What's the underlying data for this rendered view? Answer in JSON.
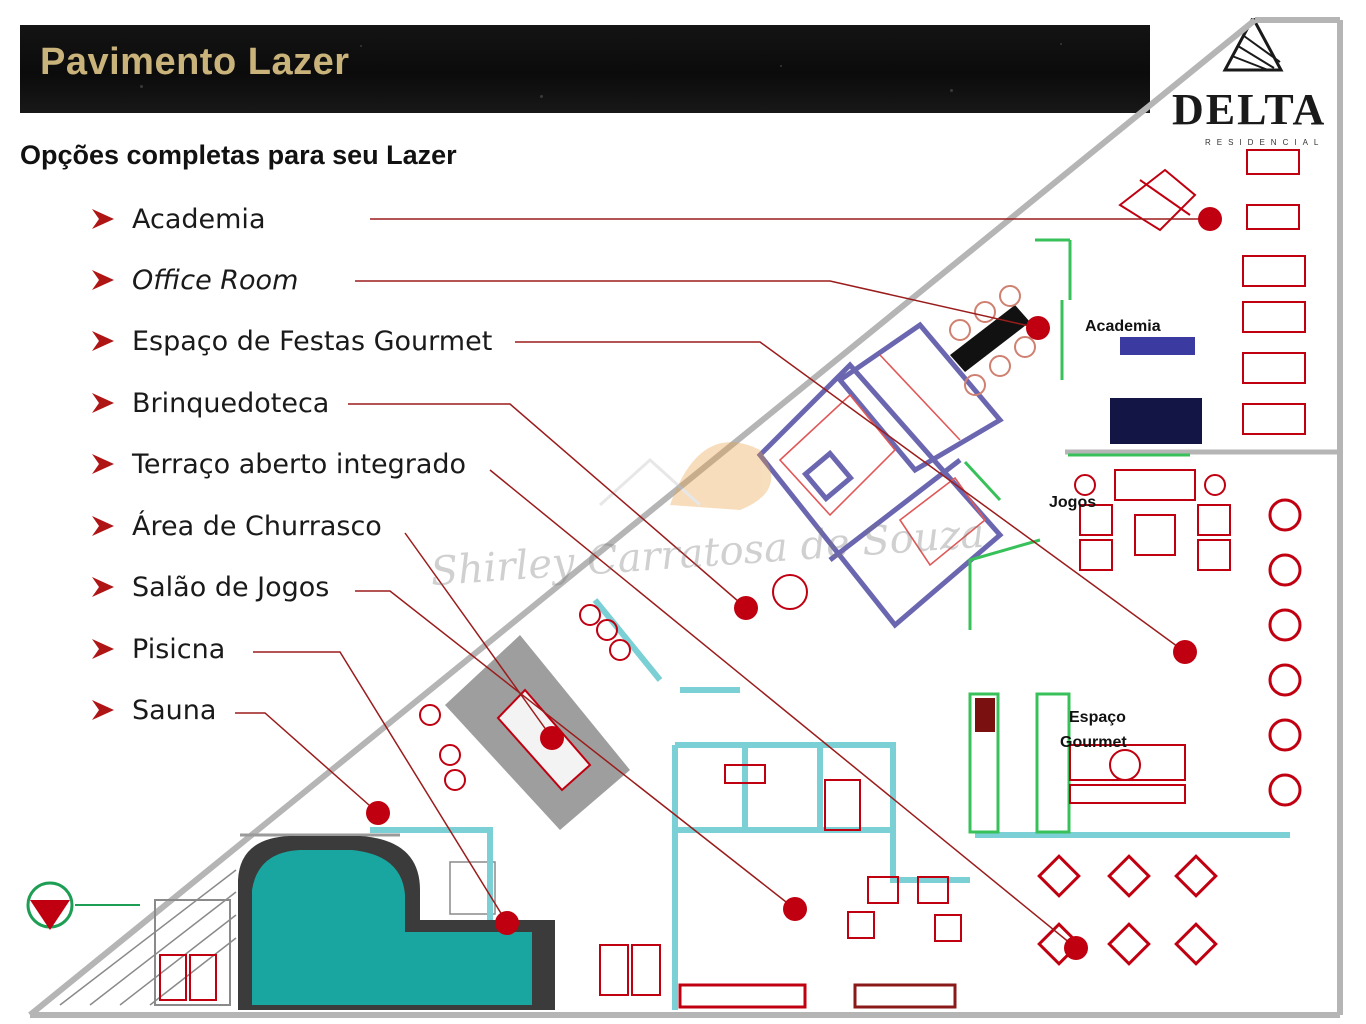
{
  "header": {
    "title": "Pavimento Lazer"
  },
  "brand": {
    "name": "DELTA",
    "tagline": "RESIDENCIAL"
  },
  "subtitle": "Opções completas para seu Lazer",
  "amenities": [
    {
      "label": "Academia",
      "italic": false
    },
    {
      "label": "Office Room",
      "italic": true
    },
    {
      "label": "Espaço de Festas Gourmet",
      "italic": false
    },
    {
      "label": "Brinquedoteca",
      "italic": false
    },
    {
      "label": "Terraço aberto integrado",
      "italic": false
    },
    {
      "label": "Área de Churrasco",
      "italic": false
    },
    {
      "label": "Salão de Jogos",
      "italic": false
    },
    {
      "label": "Pisicna",
      "italic": false
    },
    {
      "label": "Sauna",
      "italic": false
    }
  ],
  "plan_labels": {
    "academia": "Academia",
    "jogos": "Jogos",
    "espaco": "Espaço",
    "gourmet": "Gourmet"
  },
  "watermark": "Shirley Carratosa de Souza",
  "colors": {
    "leader": "#9b1c1c",
    "marker": "#c00010",
    "pool": "#1aa6a0",
    "wall": "#7ad0d4"
  }
}
